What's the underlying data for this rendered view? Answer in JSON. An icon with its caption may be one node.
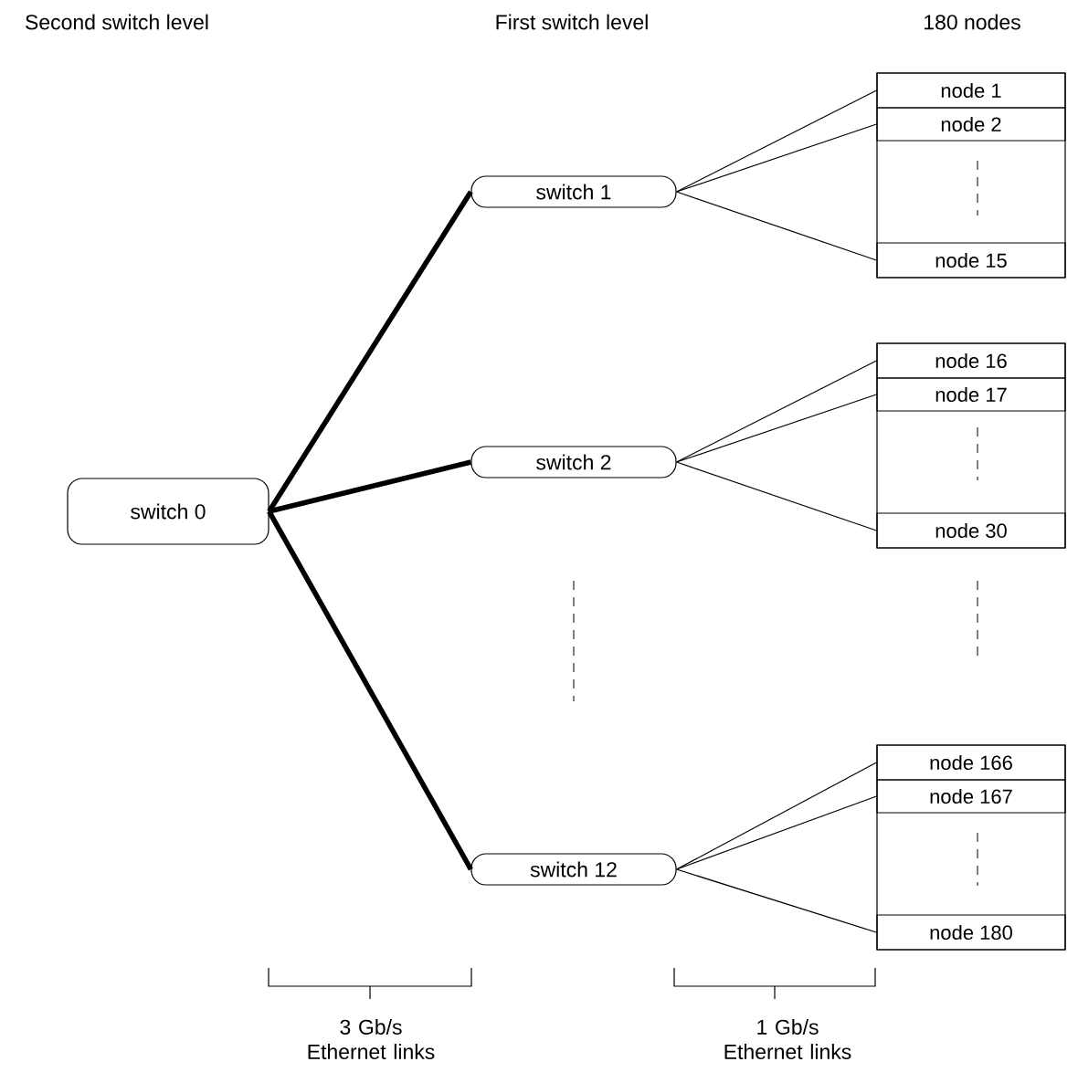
{
  "diagram": {
    "nodes": [
      {
        "text": [
          "switch 0"
        ]
      },
      {
        "text": [
          "switch 1"
        ]
      },
      {
        "text": [
          "switch 2"
        ]
      },
      {
        "text": [
          "switch 12"
        ]
      },
      {
        "text": [],
        "shape": "box"
      },
      {
        "text": [
          "node 1"
        ],
        "in": 4
      },
      {
        "text": [
          "node 2"
        ],
        "in": 4
      },
      {
        "text": [
          "node 15"
        ],
        "in": 4
      },
      {
        "text": [],
        "shape": "box"
      },
      {
        "text": [
          "node 16"
        ],
        "in": 8
      },
      {
        "text": [
          "node 17"
        ],
        "in": 8
      },
      {
        "text": [
          "node 30"
        ],
        "in": 8
      },
      {
        "text": [],
        "shape": "box"
      },
      {
        "text": [
          "node 166"
        ],
        "in": 12
      },
      {
        "text": [
          "node 167"
        ],
        "in": 12
      },
      {
        "text": [
          "node 180"
        ],
        "in": 12
      }
    ],
    "edges": [
      {
        "from": 0,
        "to": 1,
        "arrow": "none",
        "style": "thick"
      },
      {
        "from": 0,
        "to": 2,
        "arrow": "none",
        "style": "thick"
      },
      {
        "from": 0,
        "to": 3,
        "arrow": "none",
        "style": "thick"
      },
      {
        "from": 1,
        "to": 5,
        "arrow": "none"
      },
      {
        "from": 1,
        "to": 6,
        "arrow": "none"
      },
      {
        "from": 1,
        "to": 7,
        "arrow": "none"
      },
      {
        "from": 2,
        "to": 9,
        "arrow": "none"
      },
      {
        "from": 2,
        "to": 10,
        "arrow": "none"
      },
      {
        "from": 2,
        "to": 11,
        "arrow": "none"
      },
      {
        "from": 3,
        "to": 13,
        "arrow": "none"
      },
      {
        "from": 3,
        "to": 14,
        "arrow": "none"
      },
      {
        "from": 3,
        "to": 15,
        "arrow": "none"
      }
    ],
    "labels": [
      "Second switch level",
      "First switch level",
      "180 nodes",
      "3 Gb/s Ethernet links",
      "1 Gb/s Ethernet links"
    ]
  }
}
